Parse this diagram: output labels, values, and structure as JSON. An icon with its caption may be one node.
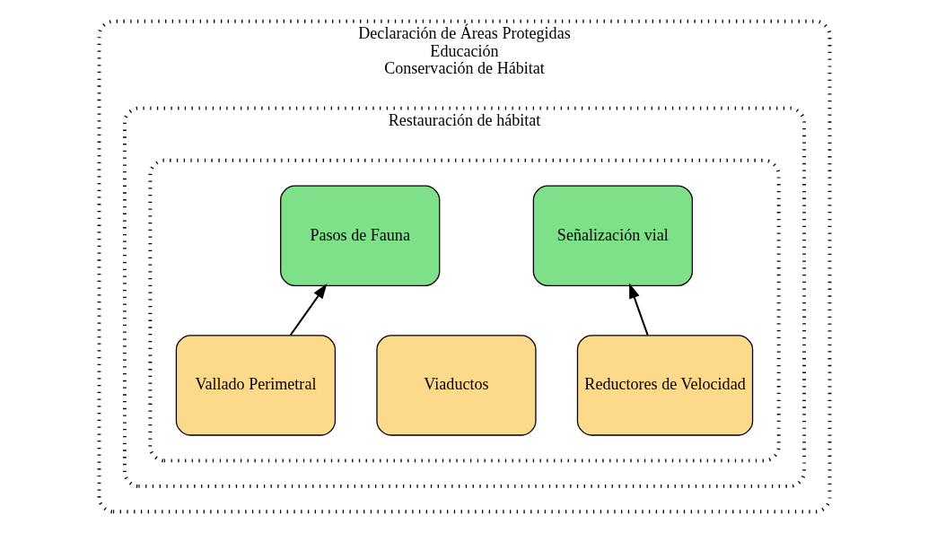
{
  "diagram": {
    "nodes": [
      {
        "text": [
          "Declaración de Áreas Protegidas",
          "Educación",
          "Conservación de Hábitat"
        ]
      },
      {
        "text": [
          "Restauración de hábitat"
        ],
        "in": 0
      },
      {
        "text": [],
        "shape": "box",
        "in": 1
      },
      {
        "text": [
          "Pasos de Fauna"
        ],
        "in": 2
      },
      {
        "text": [
          "Señalización vial"
        ],
        "in": 2
      },
      {
        "text": [
          "Vallado Perimetral"
        ],
        "in": 2
      },
      {
        "text": [
          "Viaductos"
        ],
        "in": 2
      },
      {
        "text": [
          "Reductores de Velocidad"
        ],
        "in": 2
      }
    ],
    "edges": [
      {
        "from": 5,
        "to": 3,
        "arrow": "to"
      },
      {
        "from": 7,
        "to": 4,
        "arrow": "to"
      }
    ]
  }
}
